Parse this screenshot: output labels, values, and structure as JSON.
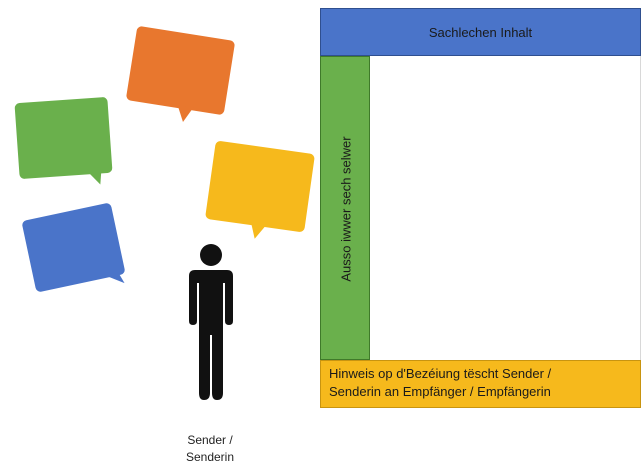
{
  "colors": {
    "bubble_orange": "#e8772e",
    "bubble_green": "#6ab04c",
    "bubble_yellow": "#f6b91c",
    "bubble_blue": "#4a74c9",
    "person": "#111111",
    "header_bar": "#4a74c9",
    "left_bar": "#6ab04c",
    "bottom_bar": "#f6b91c"
  },
  "icons": {
    "bubbles": [
      "speech-bubble-icon",
      "speech-bubble-icon",
      "speech-bubble-icon",
      "speech-bubble-icon"
    ],
    "person": "person-icon"
  },
  "sender": {
    "label_line1": "Sender /",
    "label_line2": "Senderin"
  },
  "frame": {
    "top_label": "Sachlechen Inhalt",
    "left_label": "Ausso iwwer sech selwer",
    "bottom_label": "Hinweis op d'Bezéiung tëscht Sender /\nSenderin an Empfänger / Empfängerin"
  }
}
